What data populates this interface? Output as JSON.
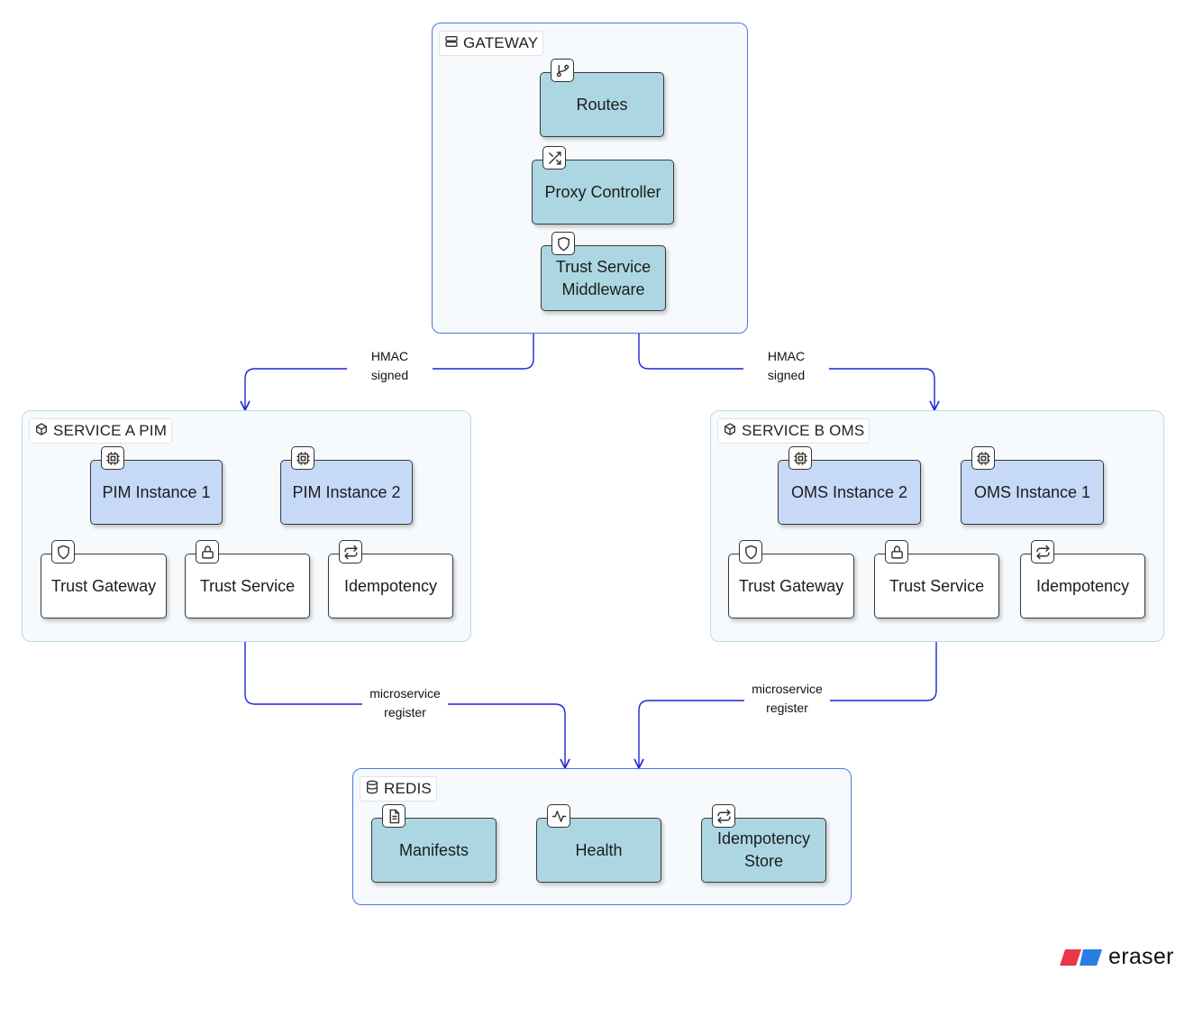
{
  "groups": {
    "gateway": {
      "label": "GATEWAY",
      "icon": "server-icon"
    },
    "service_a": {
      "label": "SERVICE A PIM",
      "icon": "box-icon"
    },
    "service_b": {
      "label": "SERVICE B OMS",
      "icon": "box-icon"
    },
    "redis": {
      "label": "REDIS",
      "icon": "database-icon"
    }
  },
  "nodes": {
    "routes": {
      "label": "Routes",
      "icon": "git-branch-icon"
    },
    "proxy_controller": {
      "label": "Proxy Controller",
      "icon": "shuffle-icon"
    },
    "trust_middleware": {
      "line1": "Trust Service",
      "line2": "Middleware",
      "icon": "shield-icon"
    },
    "pim1": {
      "label": "PIM Instance 1",
      "icon": "cpu-icon"
    },
    "pim2": {
      "label": "PIM Instance 2",
      "icon": "cpu-icon"
    },
    "a_trust_gateway": {
      "label": "Trust Gateway",
      "icon": "shield-icon"
    },
    "a_trust_service": {
      "label": "Trust Service",
      "icon": "lock-icon"
    },
    "a_idempotency": {
      "label": "Idempotency",
      "icon": "repeat-icon"
    },
    "oms2": {
      "label": "OMS Instance 2",
      "icon": "cpu-icon"
    },
    "oms1": {
      "label": "OMS Instance 1",
      "icon": "cpu-icon"
    },
    "b_trust_gateway": {
      "label": "Trust Gateway",
      "icon": "shield-icon"
    },
    "b_trust_service": {
      "label": "Trust Service",
      "icon": "lock-icon"
    },
    "b_idempotency": {
      "label": "Idempotency",
      "icon": "repeat-icon"
    },
    "manifests": {
      "label": "Manifests",
      "icon": "file-text-icon"
    },
    "health": {
      "label": "Health",
      "icon": "activity-icon"
    },
    "idem_store": {
      "line1": "Idempotency",
      "line2": "Store",
      "icon": "repeat-icon"
    }
  },
  "edges": {
    "gw_to_a": {
      "line1": "HMAC",
      "line2": "signed"
    },
    "gw_to_b": {
      "line1": "HMAC",
      "line2": "signed"
    },
    "a_to_redis": {
      "line1": "microservice",
      "line2": "register"
    },
    "b_to_redis": {
      "line1": "microservice",
      "line2": "register"
    }
  },
  "colors": {
    "edge": "#1f24d6",
    "teal_node": "#acd7e2",
    "blue_node": "#c6d9f7",
    "group_border": "#4a7bd8",
    "logo_red": "#e8374a",
    "logo_blue": "#2a7de1"
  },
  "logo": {
    "name": "eraser"
  }
}
